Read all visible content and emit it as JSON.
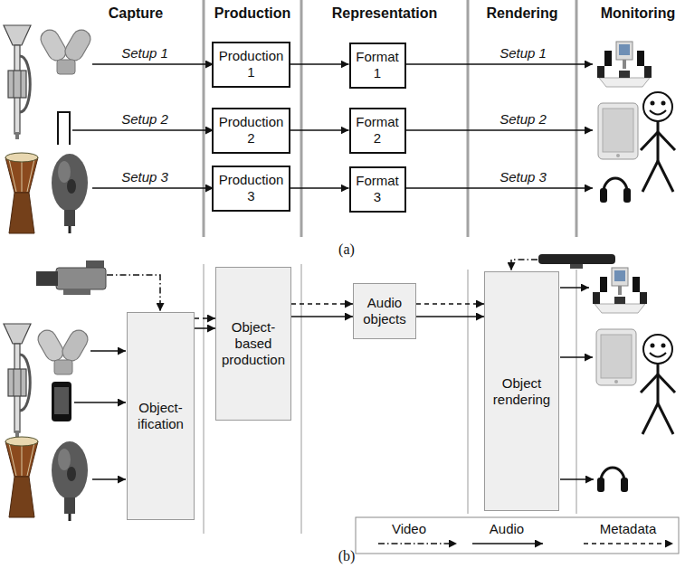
{
  "diagram": {
    "nodes": [
      {
        "text": [
          "Production 1"
        ]
      },
      {
        "text": [
          "Format 1"
        ]
      },
      {
        "text": [
          "Production 2"
        ]
      },
      {
        "text": [
          "Format 2"
        ]
      },
      {
        "text": [
          "Production 3"
        ]
      },
      {
        "text": [
          "Format 3"
        ]
      },
      {
        "text": [
          "Object- ification"
        ]
      },
      {
        "text": [
          "Object- based production"
        ]
      },
      {
        "text": [
          "Audio objects"
        ]
      },
      {
        "text": [
          "Object rendering"
        ]
      }
    ],
    "edges": [
      {
        "from": 0,
        "to": 1,
        "arrow": "to"
      },
      {
        "from": 2,
        "to": 3,
        "arrow": "to"
      },
      {
        "from": 4,
        "to": 5,
        "arrow": "to"
      },
      {
        "from": 6,
        "to": 7,
        "arrow": "to"
      },
      {
        "from": 6,
        "to": 7,
        "arrow": "to"
      },
      {
        "from": 7,
        "to": 8,
        "arrow": "to"
      },
      {
        "from": 7,
        "to": 8,
        "arrow": "to"
      },
      {
        "from": 8,
        "to": 9,
        "arrow": "to"
      },
      {
        "from": 8,
        "to": 9,
        "arrow": "to"
      }
    ],
    "labels": [
      "Capture",
      "Production",
      "Representation",
      "Rendering",
      "Monitoring",
      "Setup 1",
      "Setup 2",
      "Setup 3",
      "Setup 1",
      "Setup 2",
      "Setup 3",
      "(a)",
      "(b)"
    ],
    "legend": [
      {
        "text": "Video"
      },
      {
        "text": "Audio"
      },
      {
        "text": "Metadata"
      }
    ]
  }
}
